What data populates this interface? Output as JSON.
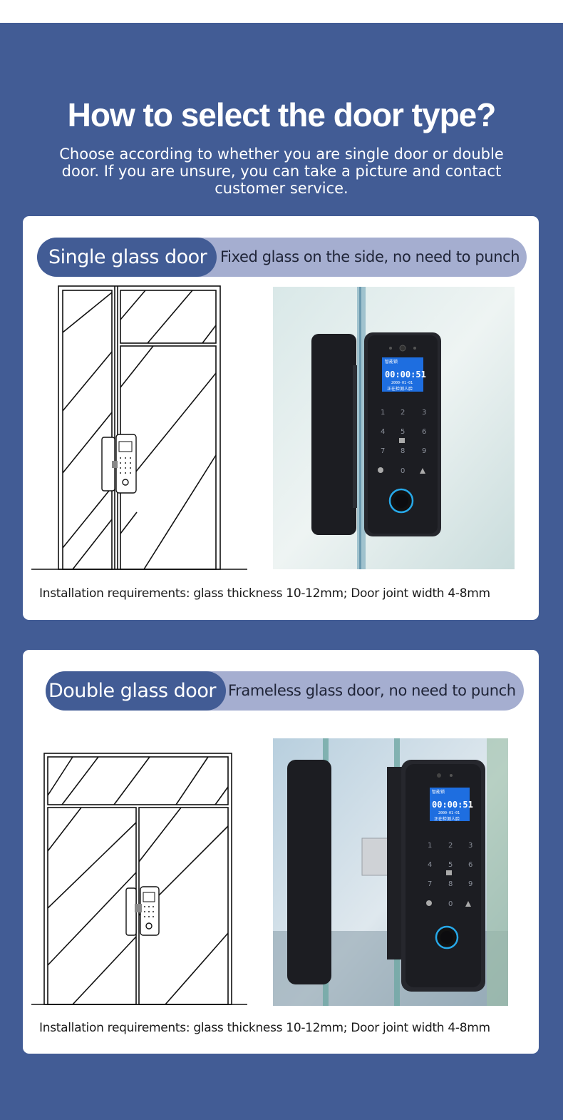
{
  "header": {
    "title": "How to select the door type?",
    "subtitle": "Choose according to whether you are single door or double door. If you are unsure, you can take a picture and contact customer service."
  },
  "sections": [
    {
      "label": "Single glass door",
      "description": "Fixed glass on the side, no need to punch",
      "requirements": "Installation requirements: glass thickness 10-12mm; Door joint width 4-8mm",
      "lock_screen": {
        "top": "智能锁",
        "time": "00:00:51",
        "date": "2000-01-01",
        "bottom": "正在检测人脸"
      }
    },
    {
      "label": "Double glass door",
      "description": "Frameless glass door, no need to punch",
      "requirements": "Installation requirements: glass thickness 10-12mm; Door joint width 4-8mm",
      "lock_screen": {
        "top": "智能锁",
        "time": "00:00:51",
        "date": "2000-01-01",
        "bottom": "正在检测人脸"
      }
    }
  ],
  "keypad": [
    "1",
    "2",
    "3",
    "4",
    "5",
    "6",
    "7",
    "8",
    "9",
    "0"
  ],
  "colors": {
    "page_band": "#425c95",
    "pill_main": "#425c95",
    "pill_secondary": "#a5aed0",
    "card": "#ffffff",
    "lock_body": "#1c1d22",
    "screen": "#1e6ee0",
    "fingerprint_ring": "#27a8e8"
  },
  "icons": [
    "door-lock-icon",
    "fingerprint-icon",
    "gear-icon",
    "bell-icon",
    "camera-icon"
  ]
}
